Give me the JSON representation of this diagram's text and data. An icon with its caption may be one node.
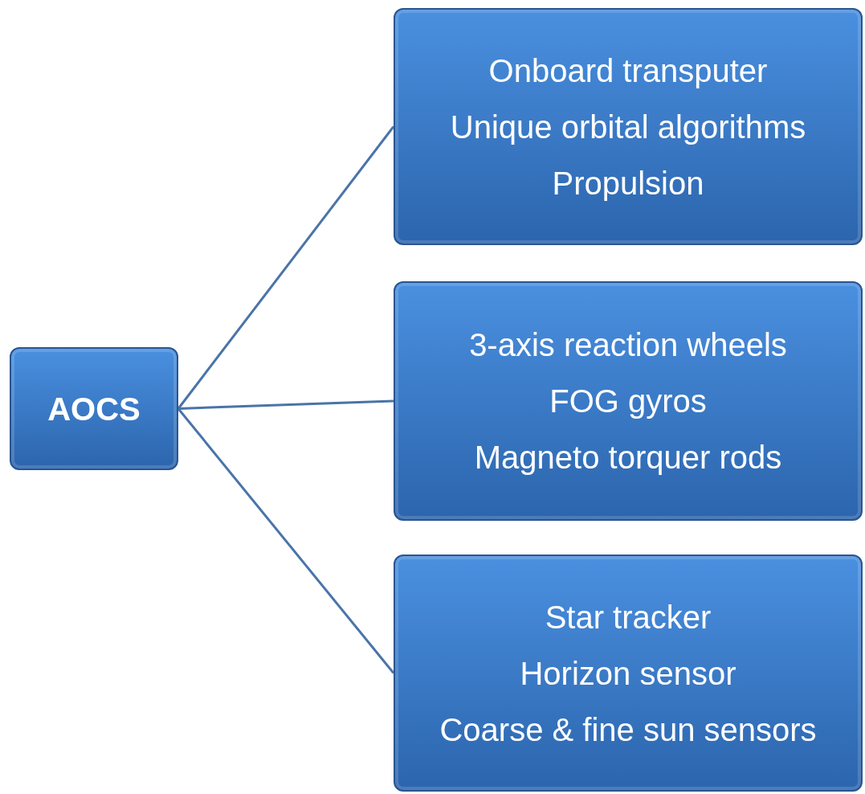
{
  "diagram": {
    "nodes": [
      {
        "text": [
          "AOCS"
        ]
      },
      {
        "text": [
          "Onboard transputer",
          "Unique orbital algorithms",
          "Propulsion"
        ]
      },
      {
        "text": [
          "3-axis reaction wheels",
          "FOG gyros",
          "Magneto torquer rods"
        ]
      },
      {
        "text": [
          "Star tracker",
          "Horizon sensor",
          "Coarse & fine sun sensors"
        ]
      }
    ],
    "edges": [
      {
        "from": 0,
        "to": 1,
        "arrow": "none"
      },
      {
        "from": 0,
        "to": 2,
        "arrow": "none"
      },
      {
        "from": 0,
        "to": 3,
        "arrow": "none"
      }
    ]
  }
}
